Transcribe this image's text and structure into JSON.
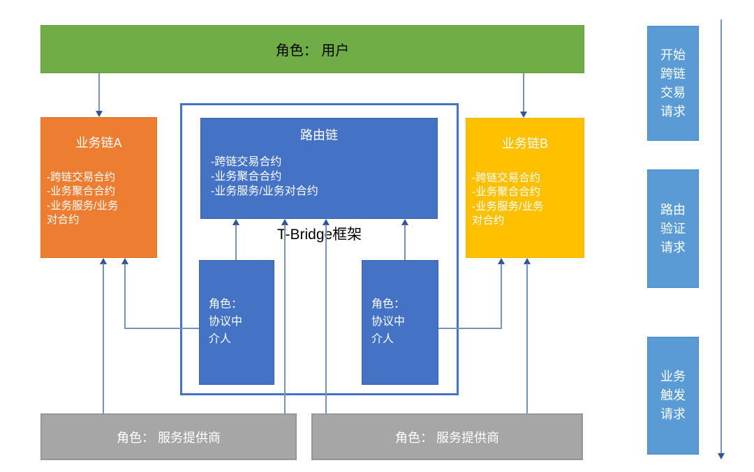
{
  "diagram": {
    "user_bar": {
      "label": "角色： 用户"
    },
    "chain_a": {
      "title": "业务链A",
      "body": "-跨链交易合约\n-业务聚合合约\n-业务服务/业务\n对合约"
    },
    "chain_b": {
      "title": "业务链B",
      "body": "-跨链交易合约\n-业务聚合合约\n-业务服务/业务\n对合约"
    },
    "routing_chain": {
      "title": "路由链",
      "body": "-跨链交易合约\n-业务聚合合约\n-业务服务/业务对合约"
    },
    "frame_label": "T-Bridge框架",
    "broker_left": {
      "label": "角色：\n协议中\n介人"
    },
    "broker_right": {
      "label": "角色：\n协议中\n介人"
    },
    "provider_left": {
      "label": "角色： 服务提供商"
    },
    "provider_right": {
      "label": "角色： 服务提供商"
    },
    "timeline": {
      "steps": [
        {
          "label": "开始\n跨链\n交易\n请求"
        },
        {
          "label": "路由\n验证\n请求"
        },
        {
          "label": "业务\n触发\n请求"
        }
      ]
    },
    "colors": {
      "user_green": "#70AD47",
      "chain_a_orange": "#ED7D31",
      "chain_b_yellow": "#FFC000",
      "routing_blue": "#4472C4",
      "timeline_light_blue": "#5B9BD5",
      "provider_gray": "#A6A6A6",
      "arrow_line": "#7393BA",
      "arrow_head": "#2F5597"
    }
  }
}
